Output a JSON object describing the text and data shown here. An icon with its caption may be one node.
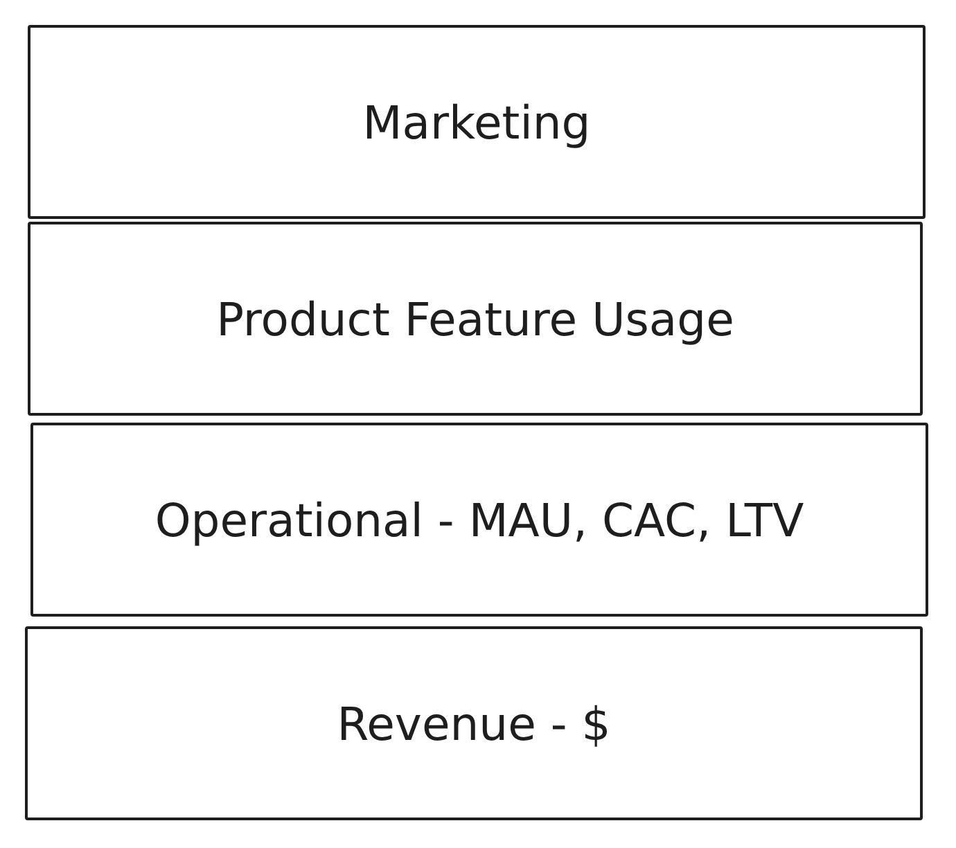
{
  "diagram": {
    "nodes": [
      {
        "text": [
          "Marketing"
        ]
      },
      {
        "text": [
          "Product Feature Usage"
        ]
      },
      {
        "text": [
          "Operational - MAU, CAC, LTV"
        ]
      },
      {
        "text": [
          "Revenue - $"
        ]
      }
    ]
  }
}
